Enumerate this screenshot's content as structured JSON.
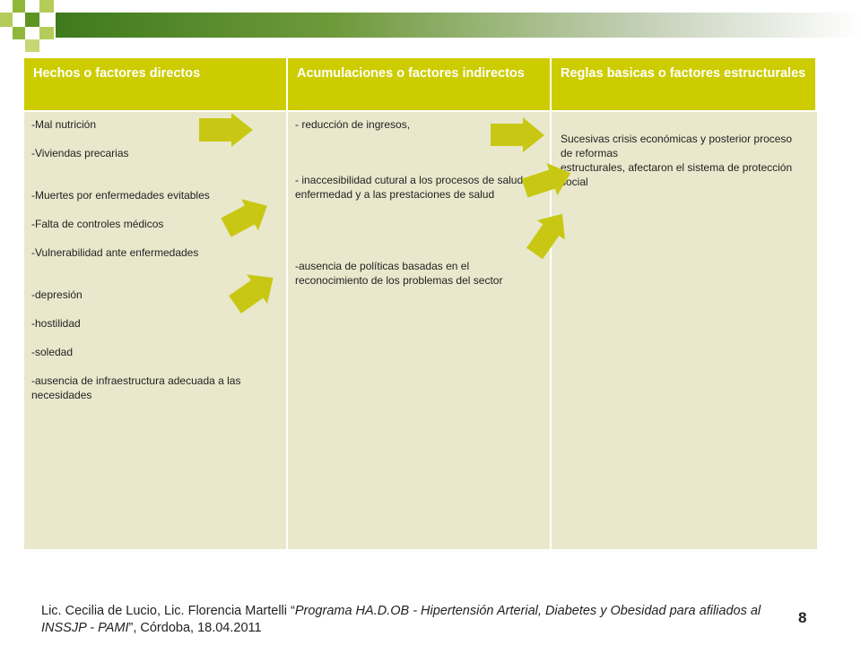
{
  "colors": {
    "header": "#cccc00",
    "body": "#e9e8cc",
    "arrow": "#c8c814",
    "accent_dark": "#3e7a1c"
  },
  "table": {
    "headers": [
      "Hechos o factores directos",
      "Acumulaciones o factores indirectos",
      "Reglas basicas o factores estructurales"
    ],
    "col1": [
      "-Mal nutrición",
      "-Viviendas precarias",
      "-Muertes por enfermedades evitables",
      "-Falta de controles médicos",
      "-Vulnerabilidad ante enfermedades",
      "-depresión",
      "-hostilidad",
      "-soledad",
      "-ausencia de infraestructura adecuada a las necesidades"
    ],
    "col2": [
      "-  reducción  de ingresos,",
      "- inaccesibilidad cutural a los procesos de salud- enfermedad y a las prestaciones de salud",
      "-ausencia de políticas basadas en el reconocimiento de los problemas del sector"
    ],
    "col3": [
      "Sucesivas crisis económicas y posterior proceso de reformas",
      "estructurales, afectaron el sistema de protección social"
    ]
  },
  "footer": {
    "authors": "Lic. Cecilia de Lucio, Lic. Florencia Martelli “",
    "program": "Programa HA.D.OB - Hipertensión Arterial, Diabetes y Obesidad para afiliados al INSSJP - PAMI",
    "place_date": "”, Córdoba, 18.04.2011"
  },
  "page_number": "8"
}
